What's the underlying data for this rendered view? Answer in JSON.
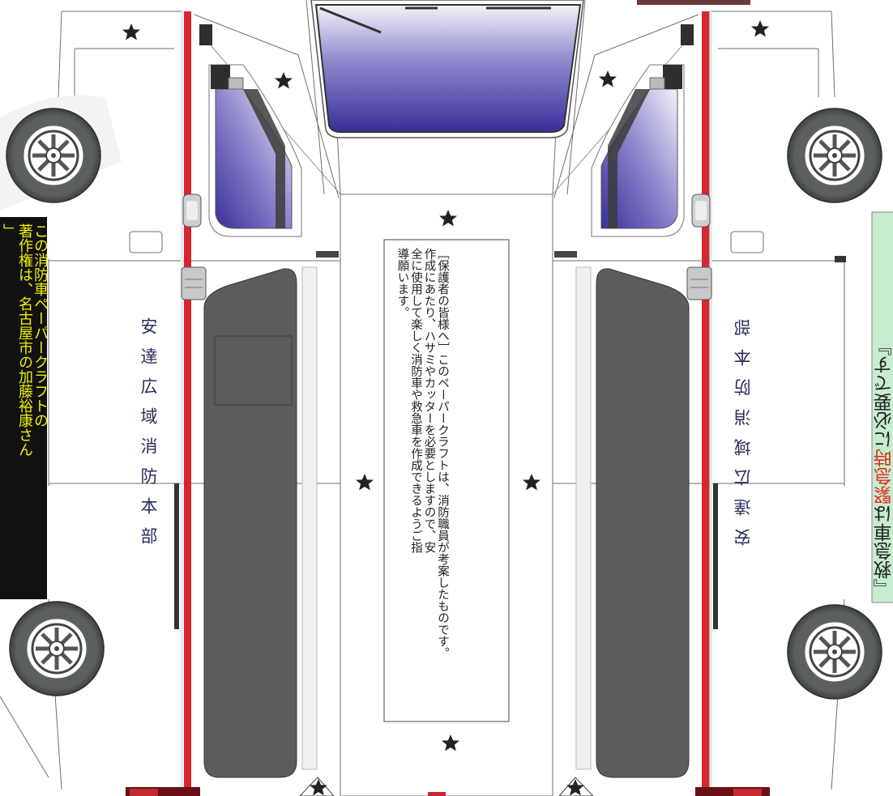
{
  "notice": {
    "heading": "［保護者の皆様へ］",
    "body": "このペーパークラフトは、消防職員が考案したものです。\n作成にあたり、ハサミやカッターを必要としますので、安\n全に使用して楽しく消防車や救急車を作成できるようご指\n導願います。"
  },
  "left_side": {
    "department_name": "安達広域消防本部"
  },
  "right_side": {
    "department_name": "安達広域消防本部"
  },
  "copyright_note": {
    "line1": "この消防車ペーパークラフトの",
    "line2": "著作権は、名古屋市の加藤裕康さん",
    "line3": "」"
  },
  "slogan": {
    "prefix": "『救急車は",
    "emphasis": "緊急時",
    "suffix": "に必要です』"
  },
  "colors": {
    "stripe_red": "#d7262f",
    "glass_top": "#e8e8f8",
    "glass_bottom": "#3a2f9a",
    "tire": "#555a59",
    "door_panel": "#5c5c5c",
    "label_black": "#111111",
    "label_text_yellow": "#f0f000",
    "slogan_bg": "#c8ecd0",
    "slogan_red": "#e03020",
    "navy_text": "#2a2d5a"
  },
  "icons": [
    "star-icon",
    "wheel-icon",
    "side-mirror-icon",
    "door-handle-icon"
  ]
}
